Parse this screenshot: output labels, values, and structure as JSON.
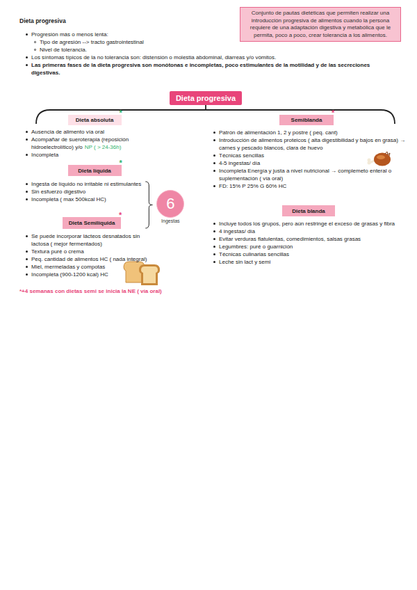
{
  "diagram": {
    "title": "Dieta progresiva",
    "nodes": [
      {
        "text": [
          "Conjunto de pautas dietéticas que permiten realizar una introducción progresiva de alimentos cuando la persona requiere de una adaptación digestiva y metabólica que le permita, poco a poco, crear tolerancia a los alimentos."
        ]
      },
      {
        "text": [
          "Dieta progresiva"
        ]
      },
      {
        "text": [
          "Dieta absoluta"
        ]
      },
      {
        "text": [
          "Dieta líquida"
        ]
      },
      {
        "text": [
          "6",
          "Ingestas"
        ]
      },
      {
        "text": [
          "Dieta Semilíquida"
        ]
      },
      {
        "text": [
          "Semiblanda"
        ]
      },
      {
        "text": [
          "Dieta blanda"
        ]
      }
    ],
    "labels": [
      "Progresión más o menos lenta:",
      "Tipo de agresión --> tracto gastrointestinal",
      "Nivel de tolerancia.",
      "Los síntomas típicos de la no tolerancia son: distensión o molestia abdominal, diarreas y/o vómitos.",
      "Las primeras fases de la dieta progresiva son monótonas e incompletas, poco estimulantes de la motilidad y de las secreciones digestivas.",
      "*",
      "Ausencia de alimento vía oral",
      "Acompañar de sueroterapia (reposición hidroelectrolítico) y/o",
      "NP ( > 24-36h)",
      "Incompleta",
      "*",
      "Ingesta de líquido no irritable ni estimulantes",
      "Sin esfuerzo digestivo",
      "Incompleta ( max 500kcal HC)",
      "*",
      "Se puede incorporar lácteos desnatados sin lactosa ( mejor fermentados)",
      "Textura puré o crema",
      "Peq. cantidad de alimentos HC ( nada integral)",
      "Miel, mermeladas y compotas",
      "Incompleta (900-1200 kcal) HC",
      "*+4 semanas con dietas semi se inicia la NE ( vía oral)",
      "*",
      "Patrón de alimentación 1, 2 y postre ( peq. cant)",
      "Introducción de alimentos proteicos ( alta digestibilidad y bajos en grasa) → carnes y pescado blancos, clara de huevo",
      "Técnicas sencillas",
      "4-5 ingestas/ día",
      "Incompleta Energía y justa a nivel nutricional → complemeto enteral o suplementación ( vía oral)",
      "FD: 15% P 25% G 60% HC",
      "Incluye todos los grupos, pero aún restringe el exceso de grasas y fibra",
      "4 ingestas/ día",
      "Evitar verduras flatulentas, comedimientos, salsas grasas",
      "Legumbres: puré o guarnición",
      "Técnicas culinarias sencillas",
      "Leche sin lact y semi"
    ]
  }
}
